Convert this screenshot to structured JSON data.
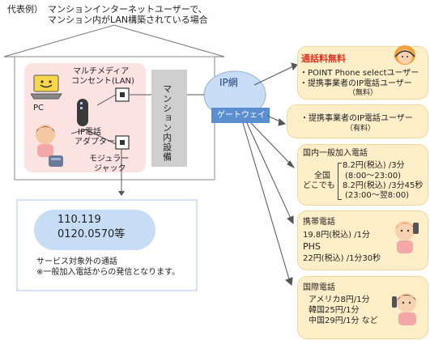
{
  "header": {
    "label": "代表例）",
    "line1": "マンションインターネットユーザーで、",
    "line2": "マンション内がLAN構築されている場合"
  },
  "house": {
    "multimedia": [
      "マルチメディア",
      "コンセント(LAN)"
    ],
    "pc": "PC",
    "adapter": [
      "IP電話",
      "アダプター"
    ],
    "modular": [
      "モジュラー",
      "ジャック"
    ],
    "facility": "マンション内設備"
  },
  "network": {
    "ip": "IP網",
    "gateway": "ゲートウェイ"
  },
  "out_of_service": {
    "numbers": [
      "110.119",
      "0120.0570等"
    ],
    "note1": "サービス対象外の通話",
    "note2": "※一般加入電話からの発信となります。"
  },
  "cards": {
    "free": {
      "title": "通話料無料",
      "item1": "・POINT Phone selectユーザー",
      "item2": "・提携事業者のIP電話ユーザー",
      "item2_note": "（無料）"
    },
    "paid": {
      "item": "・提携事業者のIP電話ユーザー",
      "note": "（有料）"
    },
    "landline": {
      "title": "国内一般加入電話",
      "scope1": "全国",
      "scope2": "どこでも",
      "rate1": "8.2円(税込) /3分",
      "time1": "(8:00〜23:00)",
      "rate2": "8.2円(税込) /3分45秒",
      "time2": "(23:00〜翌8:00)"
    },
    "mobile": {
      "title": "携帯電話",
      "rate": "19.8円(税込) /1分",
      "phs_title": "PHS",
      "phs_rate": "22円(税込) /1分30秒"
    },
    "intl": {
      "title": "国際電話",
      "line1": "アメリカ8円/1分",
      "line2": "韓国25円/1分",
      "line3": "中国29円/1分 など"
    }
  },
  "colors": {
    "accent_red": "#e0301e",
    "card_fill": "#ffefc8",
    "ip_ellipse": "#c7ddf6",
    "gateway": "#5b8fd0",
    "house_fill": "#fdeaea",
    "facility": "#cfcfcf"
  }
}
